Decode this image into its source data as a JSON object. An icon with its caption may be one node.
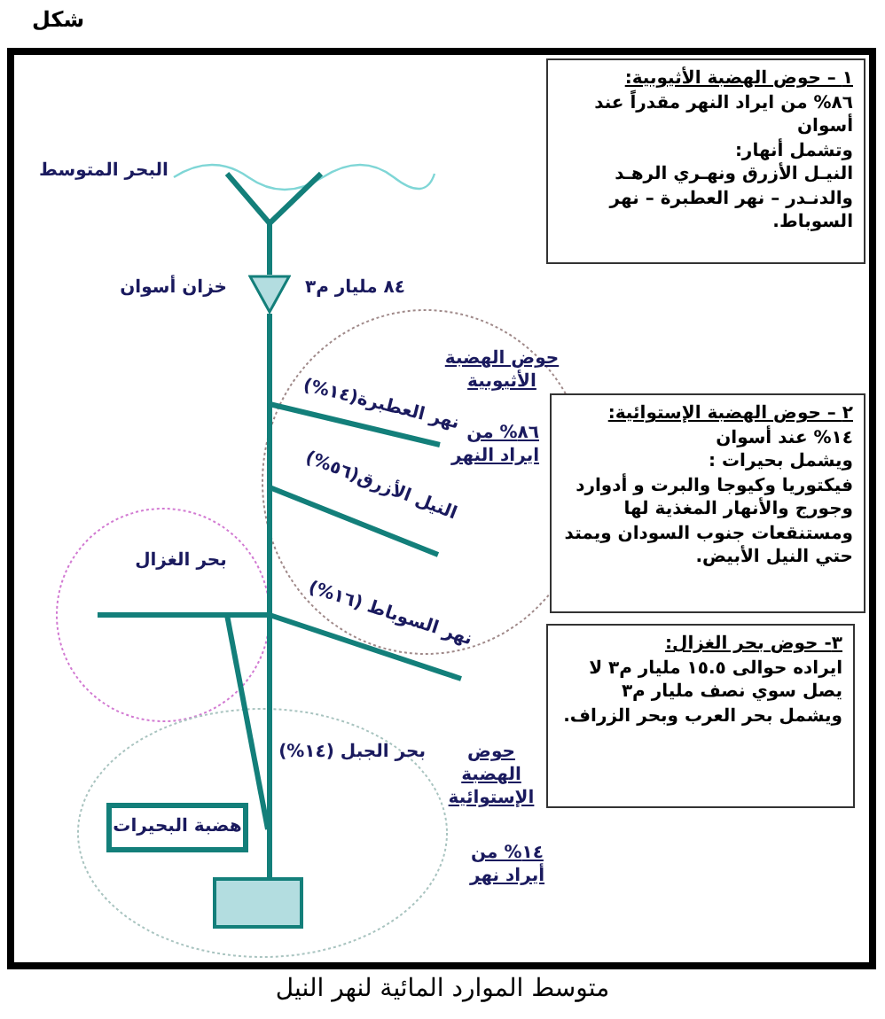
{
  "diagram": {
    "title": "شكل",
    "caption": "متوسط الموارد المائية لنهر النيل",
    "nodes": [
      {
        "text": [
          "١ – حوض الهضبة الأثيوبية:",
          "٨٦% من ايراد النهر مقدراً عند أسوان",
          "وتشمل أنهار:",
          "النيـل الأزرق ونهـري الرهـد والدنـدر – نهر العطبرة – نهر السوباط."
        ]
      },
      {
        "text": [
          "٢ – حوض الهضبة الإستوائية:",
          "١٤% عند أسوان",
          "ويشمل بحيرات :",
          "فيكتوريا وكيوجا والبرت و أدوارد وجورج والأنهار المغذية لها ومستنقعات جنوب السودان ويمتد حتي النيل الأبيض."
        ]
      },
      {
        "text": [
          "٣- حوض بحر الغزال:",
          "ايراده حوالى ١٥.٥ مليار م٣ لا يصل سوي نصف مليار م٣",
          "ويشمل بحر العرب وبحر الزراف."
        ]
      },
      {
        "text": [
          "هضبة البحيرات"
        ]
      },
      {
        "text": [],
        "shape": "box"
      },
      {
        "text": [],
        "shape": "triangle",
        "beside": [
          "خزان أسوان",
          "٨٤ مليار م٣"
        ]
      }
    ],
    "edges": [
      {
        "from": 4,
        "to": 5,
        "arrow": "none"
      }
    ],
    "labels": [
      "البحر المتوسط",
      "حوض الهضبة الأثيوبية",
      "٨٦% من ايراد النهر",
      "نهر العطبرة(١٤%)",
      "النيل الأزرق(٥٦%)",
      "بحر الغزال",
      "نهر السوباط (١٦%)",
      "بحر الجبل (١٤%)",
      "حوض الهضبة الإستوائية",
      "١٤% من أيراد نهر"
    ]
  }
}
